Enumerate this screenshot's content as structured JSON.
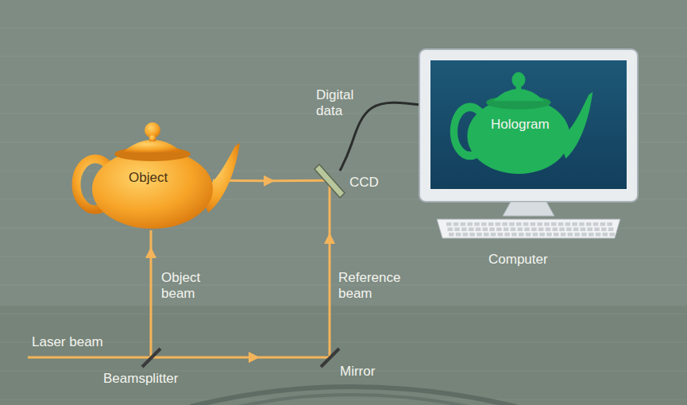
{
  "diagram": {
    "nodes": [
      {
        "text": [
          "Object"
        ]
      },
      {
        "text": [
          "CCD"
        ]
      },
      {
        "text": [
          "Computer"
        ]
      },
      {
        "text": [
          "Hologram"
        ],
        "in": 2
      }
    ],
    "edges": [
      {
        "from": 0,
        "to": 1,
        "arrow": "to"
      },
      {
        "from": 1,
        "to": 2,
        "arrow": "none",
        "label": "Digital data"
      }
    ],
    "labels": [
      "Object beam",
      "Reference beam",
      "Laser beam",
      "Beamsplitter",
      "Mirror"
    ]
  }
}
